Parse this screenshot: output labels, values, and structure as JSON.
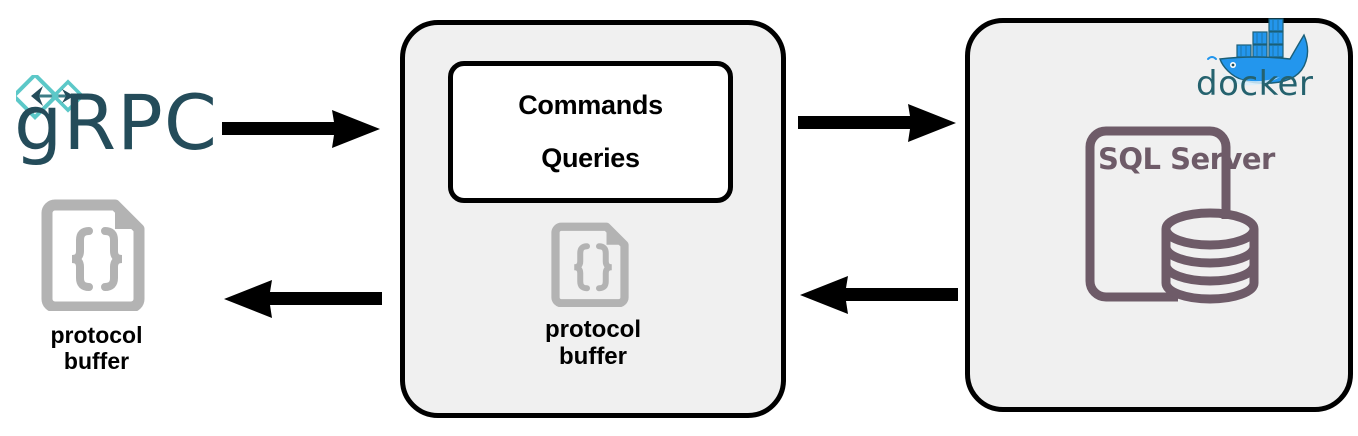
{
  "diagram": {
    "title": "gRPC service with protocol buffers, CQRS handlers and SQL Server in Docker",
    "background": "#ffffff",
    "colors": {
      "panel_fill": "#f0f0f0",
      "panel_stroke": "#000000",
      "inner_fill": "#ffffff",
      "text": "#000000",
      "protobuf_gray": "#b3b3b3",
      "grpc_dark": "#244C5A",
      "grpc_teal": "#5CC8C8",
      "sql_mauve": "#6E5B68",
      "docker_blue": "#2396ED",
      "docker_dark": "#25626E",
      "arrow": "#000000"
    }
  },
  "client": {
    "logo": {
      "name": "grpc-logo",
      "text": "gRPC",
      "icon": "grpc-diamond-arrows-icon"
    },
    "protocol_buffer": {
      "icon": "protocol-buffer-document-icon",
      "glyph": "{}",
      "label": "protocol\nbuffer"
    }
  },
  "service": {
    "handlers_box": {
      "name": "handlers-box",
      "lines": [
        "Commands",
        "Queries"
      ]
    },
    "protocol_buffer": {
      "icon": "protocol-buffer-document-icon",
      "glyph": "{}",
      "label": "protocol\nbuffer"
    }
  },
  "database": {
    "docker": {
      "name": "docker-logo",
      "text": "docker",
      "icon": "docker-whale-icon"
    },
    "sql_server": {
      "name": "sql-server-logo",
      "text": "SQL Server",
      "icon": "database-cylinder-icon"
    }
  },
  "arrows": [
    {
      "name": "arrow-client-to-service",
      "direction": "right",
      "from": "client",
      "to": "service"
    },
    {
      "name": "arrow-service-to-database",
      "direction": "right",
      "from": "service",
      "to": "database"
    },
    {
      "name": "arrow-service-to-client",
      "direction": "left",
      "from": "service",
      "to": "client"
    },
    {
      "name": "arrow-database-to-service",
      "direction": "left",
      "from": "database",
      "to": "service"
    }
  ]
}
